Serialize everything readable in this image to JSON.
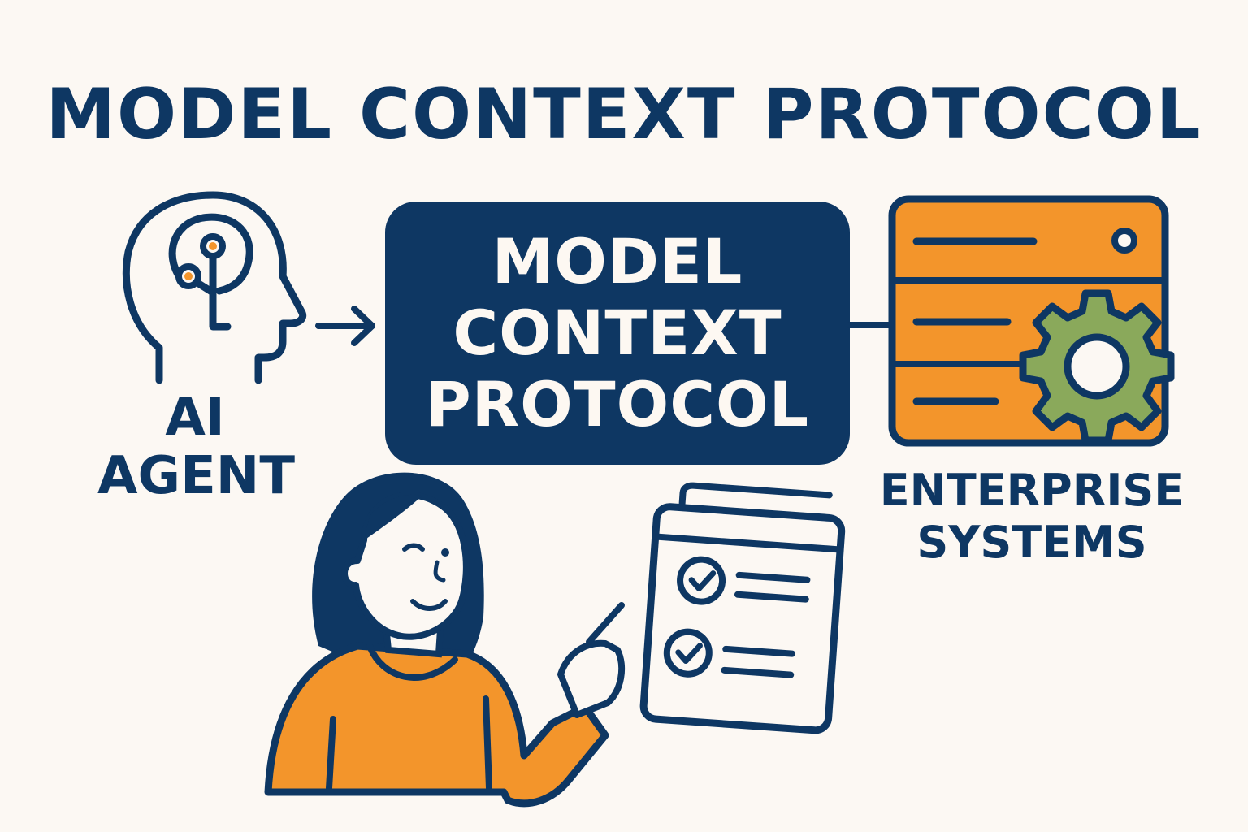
{
  "title": "MODEL CONTEXT PROTOCOL",
  "agent": {
    "label_line1": "AI",
    "label_line2": "AGENT"
  },
  "protocol_box": {
    "line1": "MODEL",
    "line2": "CONTEXT",
    "line3": "PROTOCOL"
  },
  "enterprise": {
    "label_line1": "ENTERPRISE",
    "label_line2": "SYSTEMS"
  },
  "colors": {
    "navy": "#0e3763",
    "orange": "#f3952b",
    "green": "#8aa95b",
    "background": "#fcf8f3"
  },
  "icons": [
    "brain-head-icon",
    "arrow-right-icon",
    "server-icon",
    "gear-icon",
    "clipboard-checklist-icon",
    "person-illustration"
  ]
}
